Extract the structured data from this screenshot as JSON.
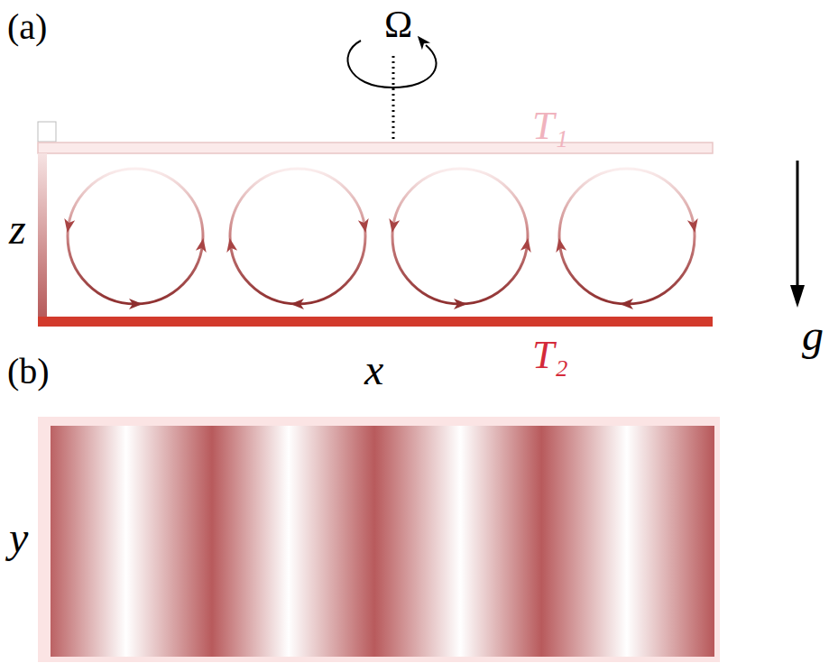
{
  "diagram": {
    "labels": [
      "(a)",
      "Ω",
      "T₁",
      "z",
      "g",
      "T₂",
      "(b)",
      "x",
      "y"
    ]
  }
}
